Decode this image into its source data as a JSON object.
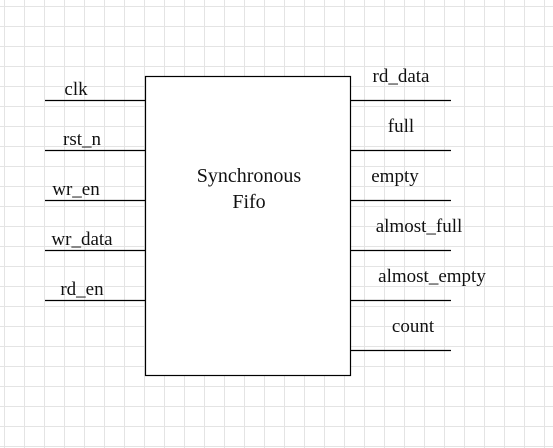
{
  "block": {
    "title_line1": "Synchronous",
    "title_line2": "Fifo"
  },
  "inputs": [
    "clk",
    "rst_n",
    "wr_en",
    "wr_data",
    "rd_en"
  ],
  "outputs": [
    "rd_data",
    "full",
    "empty",
    "almost_full",
    "almost_empty",
    "count"
  ]
}
